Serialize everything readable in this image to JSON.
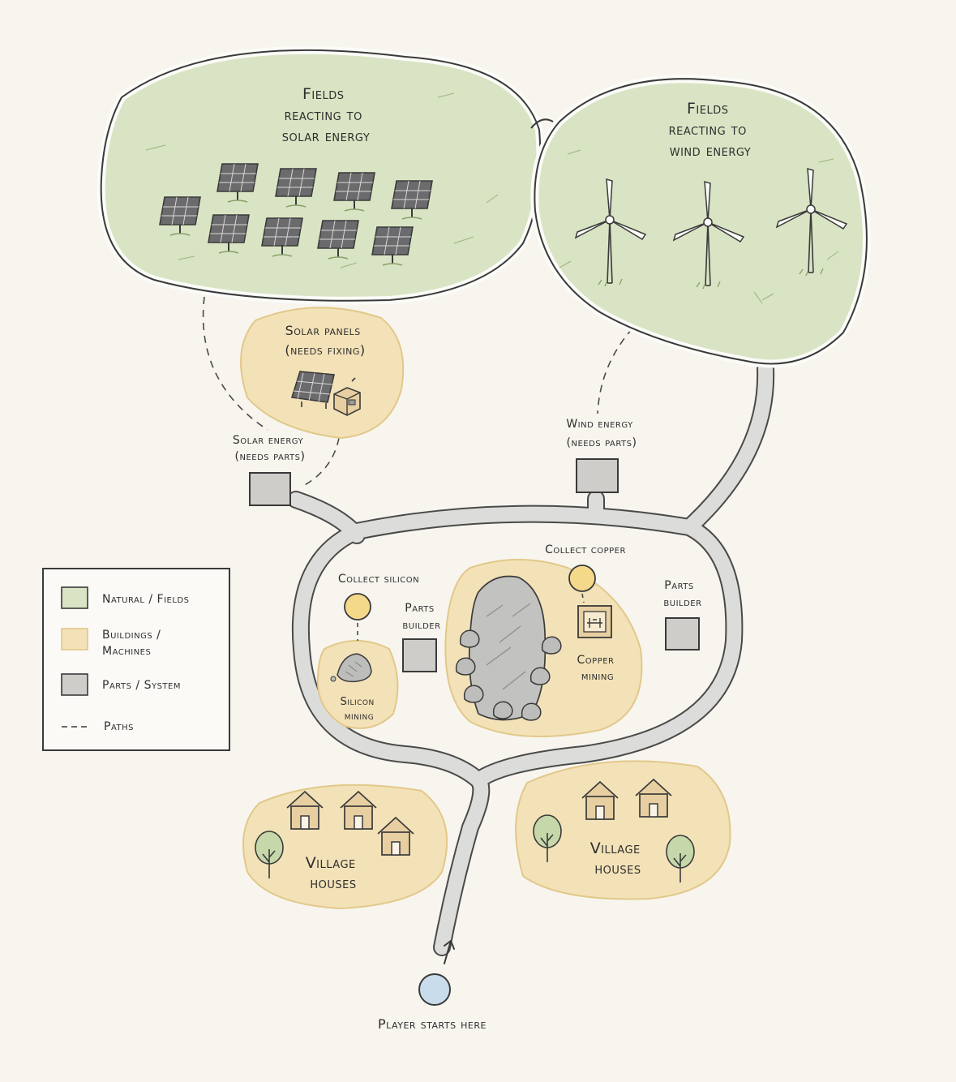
{
  "colors": {
    "background": "#f8f5ef",
    "fields": "#d9e4c4",
    "buildings": "#f3e2b8",
    "parts": "#cfcdca",
    "path_road": "#dcdcda",
    "node_yellow": "#f5d98b",
    "node_blue": "#c9dcec",
    "ink": "#3a3a3a"
  },
  "regions": {
    "solar_fields": {
      "lines": [
        "Fields",
        "reacting to",
        "solar energy"
      ]
    },
    "wind_fields": {
      "lines": [
        "Fields",
        "reacting to",
        "wind energy"
      ]
    },
    "solar_panels": {
      "lines": [
        "Solar panels",
        "(needs fixing)"
      ]
    },
    "village_left": {
      "lines": [
        "Village",
        "houses"
      ]
    },
    "village_right": {
      "lines": [
        "Village",
        "houses"
      ]
    }
  },
  "nodes": {
    "solar_energy": {
      "lines": [
        "Solar energy",
        "(needs parts)"
      ]
    },
    "wind_energy": {
      "lines": [
        "Wind energy",
        "(needs parts)"
      ]
    },
    "parts_builder_left": {
      "lines": [
        "Parts",
        "builder"
      ]
    },
    "parts_builder_right": {
      "lines": [
        "Parts",
        "builder"
      ]
    },
    "collect_silicon": {
      "label": "Collect silicon"
    },
    "collect_copper": {
      "label": "Collect copper"
    },
    "silicon_mining": {
      "lines": [
        "Silicon",
        "mining"
      ]
    },
    "copper_mining": {
      "lines": [
        "Copper",
        "mining"
      ]
    },
    "player_start": {
      "label": "Player starts here"
    }
  },
  "legend": {
    "items": [
      {
        "label_lines": [
          "Natural / Fields"
        ],
        "swatch": "fields"
      },
      {
        "label_lines": [
          "Buildings /",
          "Machines"
        ],
        "swatch": "buildings"
      },
      {
        "label_lines": [
          "Parts / System"
        ],
        "swatch": "parts"
      },
      {
        "label_lines": [
          "Paths"
        ],
        "swatch": "dashed"
      }
    ]
  },
  "icons": {
    "solar_panel": "solar-panel-icon",
    "wind_turbine": "wind-turbine-icon",
    "house": "house-icon",
    "tree": "tree-icon",
    "rock": "rock-icon",
    "machine": "machine-icon"
  }
}
